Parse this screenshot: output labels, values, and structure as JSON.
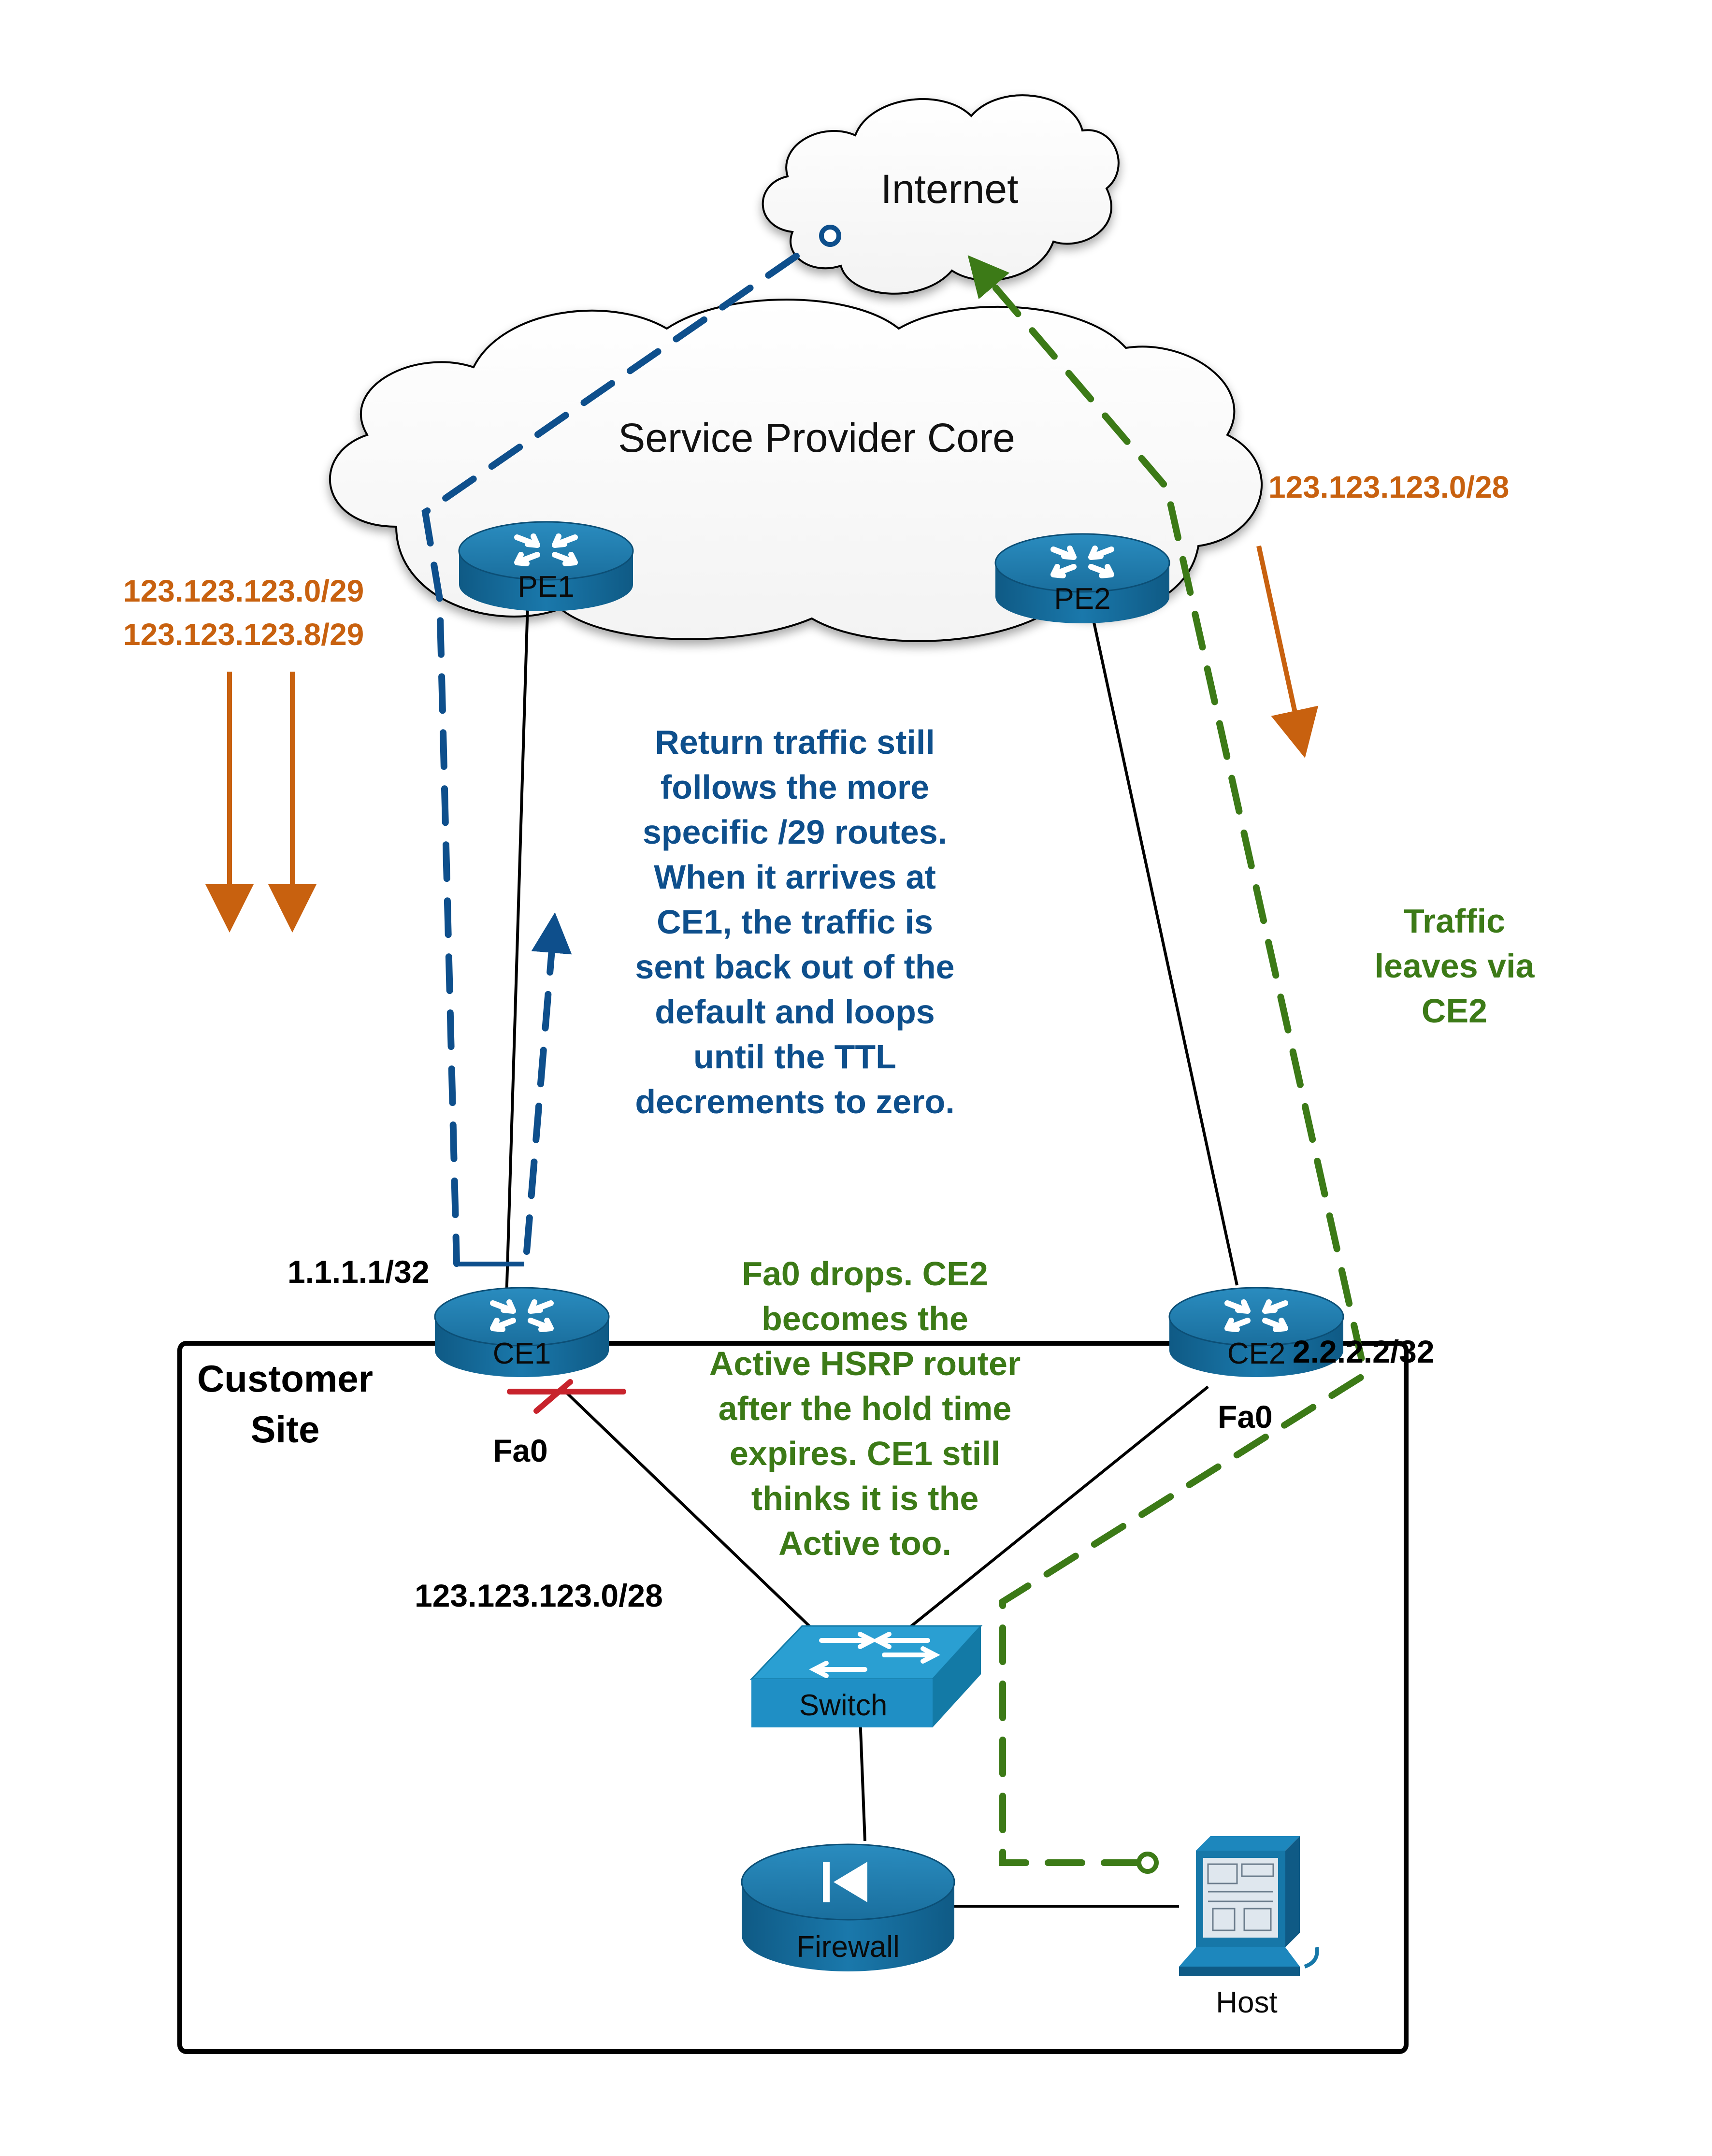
{
  "clouds": {
    "internet": "Internet",
    "core": "Service Provider Core"
  },
  "devices": {
    "pe1": "PE1",
    "pe2": "PE2",
    "ce1": "CE1",
    "ce2": "CE2",
    "switch": "Switch",
    "firewall": "Firewall",
    "host": "Host"
  },
  "site": {
    "line1": "Customer",
    "line2": "Site"
  },
  "labels": {
    "ce1_loopback": "1.1.1.1/32",
    "ce2_loopback": "2.2.2.2/32",
    "ce1_interface": "Fa0",
    "ce2_interface": "Fa0",
    "lan_prefix": "123.123.123.0/28"
  },
  "routes": {
    "left_line1": "123.123.123.0/29",
    "left_line2": "123.123.123.8/29",
    "right": "123.123.123.0/28"
  },
  "notes": {
    "blue": [
      "Return traffic still",
      "follows the more",
      "specific /29 routes.",
      "When it arrives at",
      "CE1, the traffic is",
      "sent back out of the",
      "default and loops",
      "until the TTL",
      "decrements to zero."
    ],
    "green_traffic": [
      "Traffic",
      "leaves via",
      "CE2"
    ],
    "green_hsrp": [
      "Fa0 drops. CE2",
      "becomes the",
      "Active HSRP router",
      "after the hold time",
      "expires. CE1 still",
      "thinks it is the",
      "Active too."
    ]
  },
  "colors": {
    "blue_path": "#0e4f8c",
    "green_path": "#3c7a17",
    "orange_route": "#c8610f",
    "failure_mark": "#c8232c",
    "device_blue": "#1677a8"
  },
  "icons": {
    "router": "router-icon",
    "switch": "switch-icon",
    "firewall": "firewall-icon",
    "host": "workstation-icon"
  }
}
